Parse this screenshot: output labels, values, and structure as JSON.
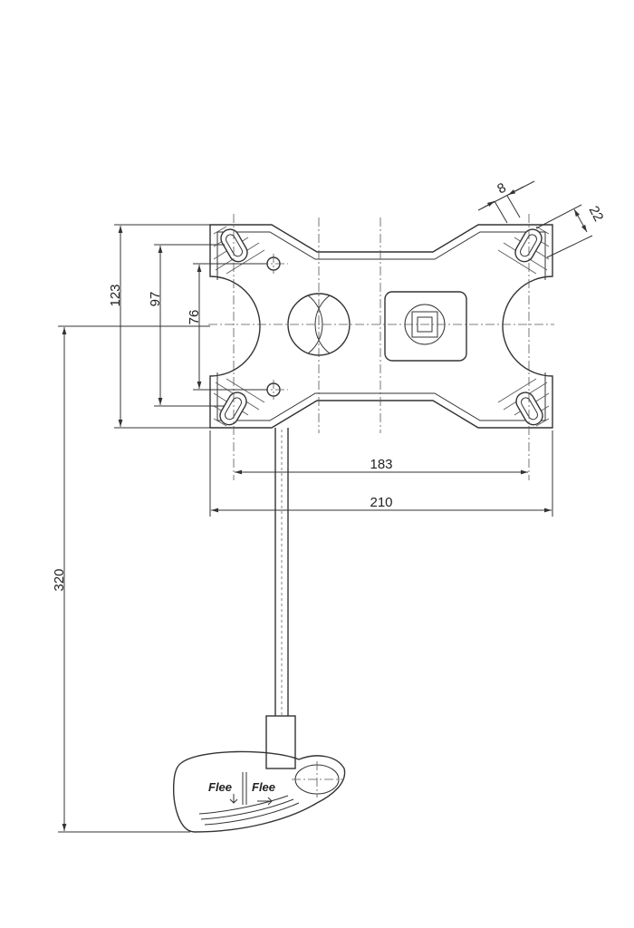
{
  "dimensions": {
    "outer_width": "210",
    "hole_spacing_width": "183",
    "outer_height": "123",
    "hole_height_97": "97",
    "hole_height_76": "76",
    "lever_length": "320",
    "slot_width": "8",
    "slot_length": "22"
  },
  "logo": {
    "left_text": "Flee",
    "right_text": "Flee"
  }
}
